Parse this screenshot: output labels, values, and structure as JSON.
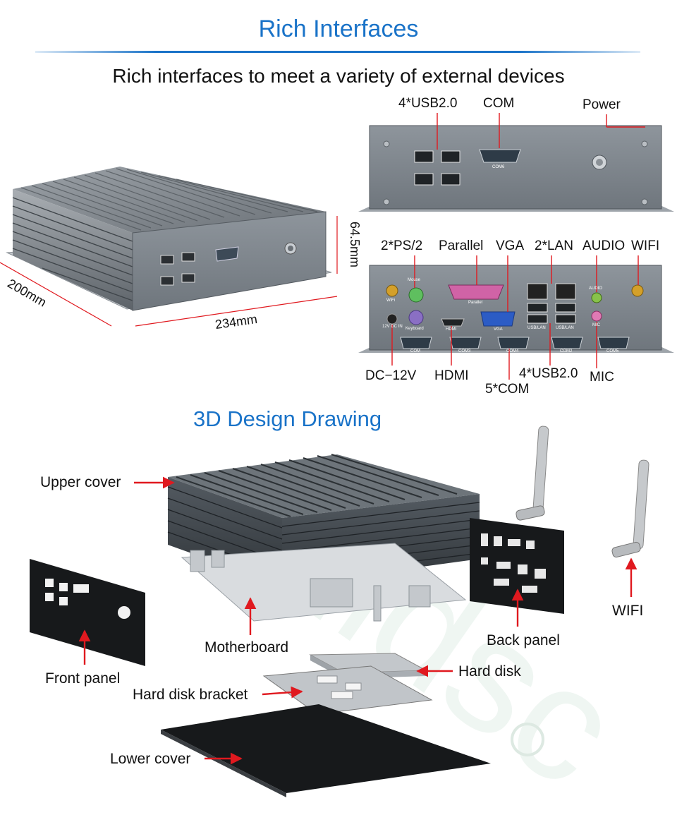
{
  "section1": {
    "title": "Rich Interfaces",
    "subtitle": "Rich interfaces to meet a variety of external devices"
  },
  "dimensions": {
    "width": "234mm",
    "depth": "200mm",
    "height": "64.5mm"
  },
  "front_panel_labels": {
    "usb": "4*USB2.0",
    "com": "COM",
    "power": "Power",
    "panel_com": "COM6"
  },
  "rear_panel_labels": {
    "ps2": "2*PS/2",
    "parallel": "Parallel",
    "vga": "VGA",
    "lan": "2*LAN",
    "audio": "AUDIO",
    "wifi": "WIFI",
    "dc": "DC−12V",
    "hdmi": "HDMI",
    "com5": "5*COM",
    "usb": "4*USB2.0",
    "mic": "MIC"
  },
  "rear_panel_print": {
    "mouse": "Mouse",
    "keyboard": "Keyboard",
    "wifi": "WiFi",
    "dc": "12V DC IN",
    "parallel": "Parallel",
    "hdmi": "HDMI",
    "vga": "VGA",
    "usblan1": "USB/LAN",
    "usblan2": "USB/LAN",
    "audio": "AUDIO",
    "mic": "MIC",
    "com": "COM",
    "com3": "COM3",
    "com4": "COM4",
    "com2": "COM2",
    "com5": "COM5"
  },
  "section2": {
    "title": "3D Design Drawing"
  },
  "exploded_labels": {
    "upper_cover": "Upper cover",
    "front_panel": "Front panel",
    "motherboard": "Motherboard",
    "back_panel": "Back panel",
    "wifi": "WIFI",
    "hard_disk": "Hard disk",
    "hard_disk_bracket": "Hard disk bracket",
    "lower_cover": "Lower cover"
  },
  "colors": {
    "accent_blue": "#1a73c8",
    "arrow_red": "#e0191f",
    "chassis_gray": "#7d8389"
  }
}
